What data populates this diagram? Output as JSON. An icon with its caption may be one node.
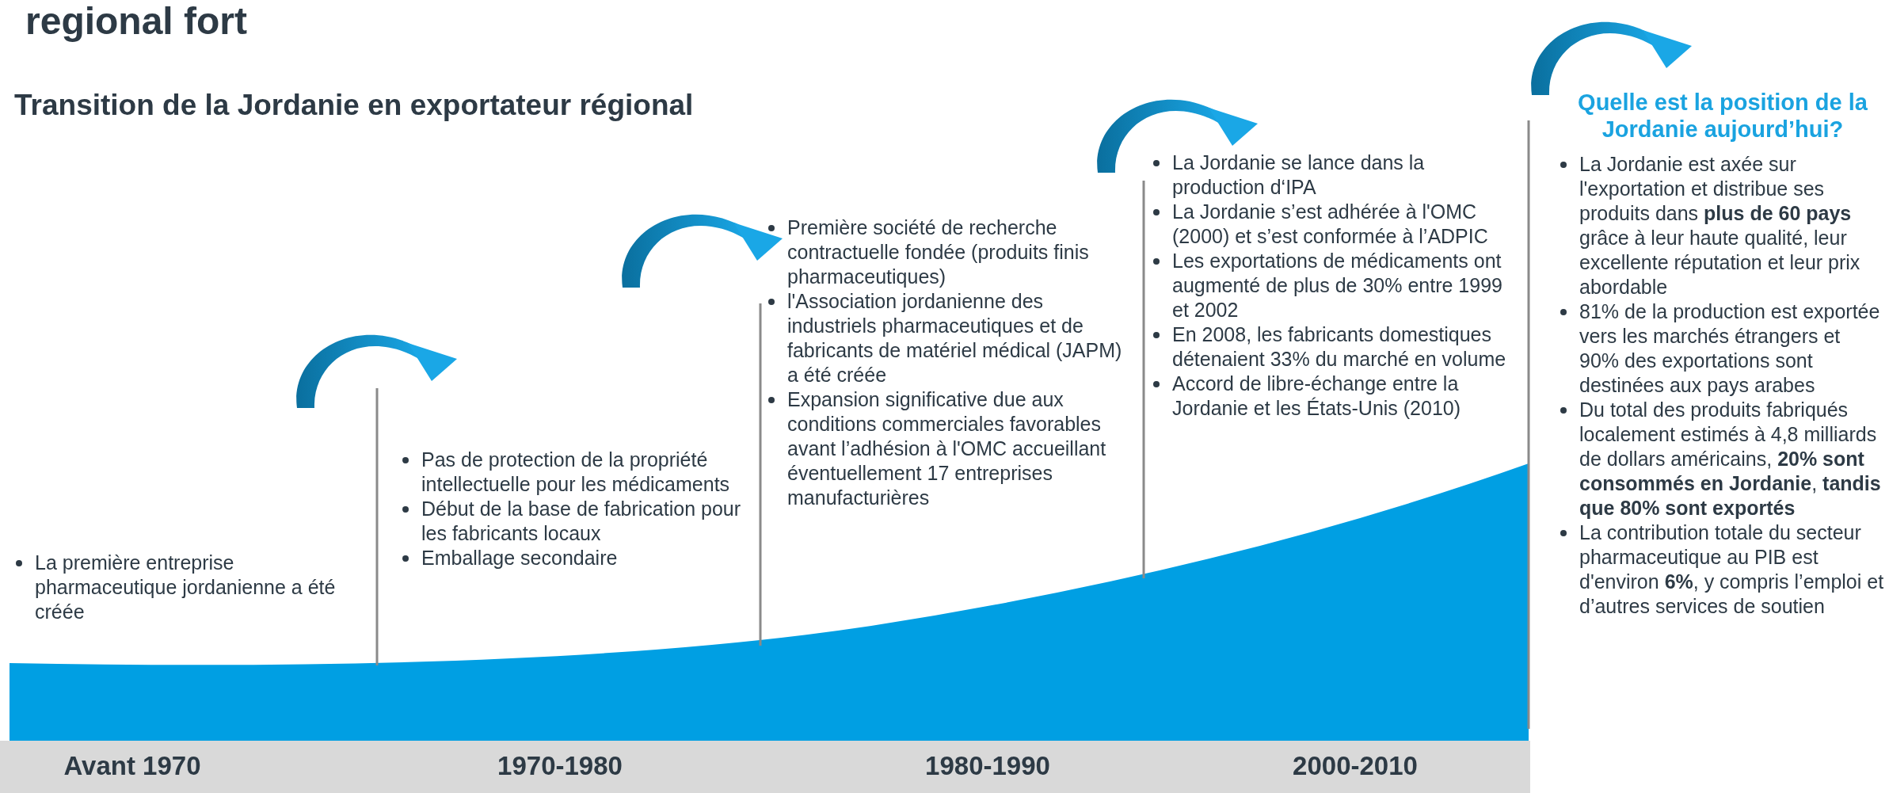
{
  "diagram": {
    "title": "regional fort",
    "labels": [
      "Transition de la Jordanie en exportateur régional",
      "La première entreprise pharmaceutique jordanienne a été créée",
      "Pas de protection de la propriété intellectuelle pour les médicaments",
      "Début de la base de fabrication pour les fabricants locaux",
      "Emballage secondaire",
      "Première société de recherche contractuelle fondée (produits finis pharmaceutiques)",
      "l'Association jordanienne des industriels pharmaceutiques et de fabricants de matériel médical (JAPM) a été créée",
      "Expansion significative due aux conditions commerciales favorables avant l’adhésion à l'OMC accueillant éventuellement 17 entreprises manufacturières",
      "La Jordanie se lance dans la production d‘IPA",
      "La Jordanie s’est adhérée à l'OMC (2000) et s’est conformée à l’ADPIC",
      "Les exportations de médicaments ont augmenté de plus de 30% entre 1999 et 2002",
      "En 2008, les fabricants domestiques détenaient 33% du marché en volume",
      "Accord de libre-échange entre la Jordanie et les États-Unis (2010)",
      "Quelle est la position de la Jordanie aujourd’hui?",
      "La Jordanie est axée sur l'exportation et distribue ses produits dans **plus de 60 pays** grâce à leur haute qualité, leur excellente réputation et leur prix abordable",
      "81% de la production est exportée vers les marchés étrangers et 90% des exportations sont destinées aux pays arabes",
      "Du total des produits fabriqués localement estimés à 4,8 milliards de dollars américains, **20% sont consommés en Jordanie**, **tandis que 80% sont exportés**",
      "La contribution totale du secteur pharmaceutique au PIB est d'environ **6%**, y compris l’emploi et d’autres services de soutien",
      "Avant 1970",
      "1970-1980",
      "1980-1990",
      "2000-2010"
    ]
  }
}
